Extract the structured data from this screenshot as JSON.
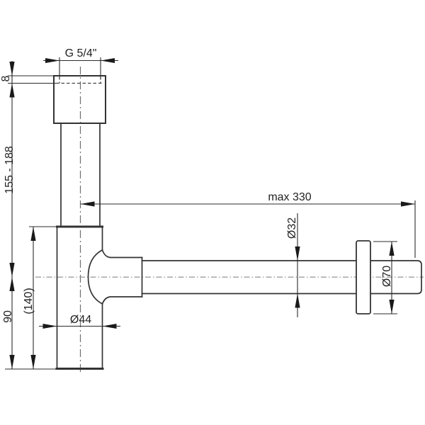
{
  "drawing": {
    "title": "bottle-trap-siphon-dimension-drawing",
    "labels": {
      "thread": "G 5/4\"",
      "cap_overlap": "8",
      "adjust_height": "155 - 188",
      "max_reach": "max 330",
      "pipe_diameter": "Ø32",
      "flange_diameter": "Ø70",
      "body_diameter": "Ø44",
      "body_height_ref": "(140)",
      "outlet_height": "90"
    },
    "colors": {
      "line": "#333333",
      "dimension": "#2b2b2b",
      "centerline": "#8a8a8a",
      "background": "#ffffff"
    }
  }
}
